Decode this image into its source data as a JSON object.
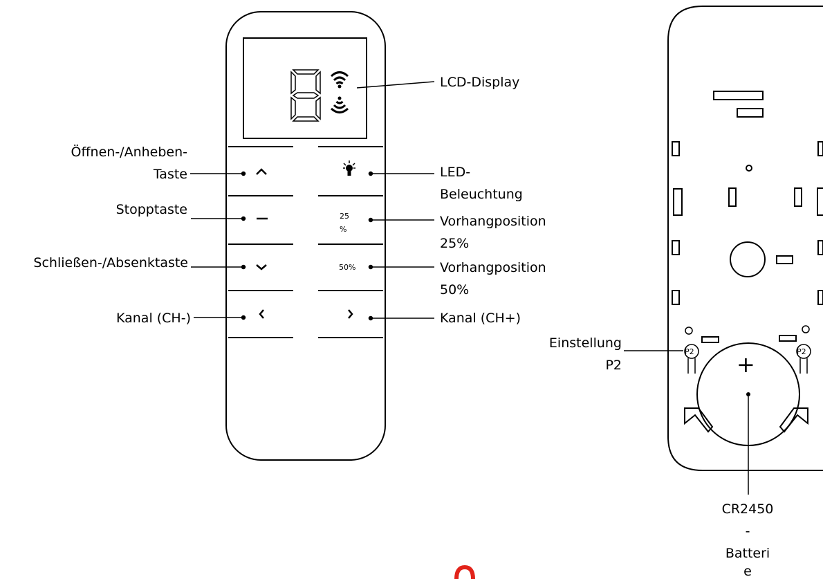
{
  "labels": {
    "lcd": "LCD-Display",
    "open_line1": "Öffnen-/Anheben-",
    "open_line2": "Taste",
    "stop": "Stopptaste",
    "close": "Schließen-/Absenktaste",
    "ch_minus": "Kanal (CH-)",
    "led_line1": "LED-",
    "led_line2": "Beleuchtung",
    "pos25_line1": "Vorhangposition",
    "pos25_line2": "25%",
    "pos50_line1": "Vorhangposition",
    "pos50_line2": "50%",
    "ch_plus": "Kanal (CH+)",
    "p2_line1": "Einstellung",
    "p2_line2": "P2",
    "battery_line1": "CR2450",
    "battery_line2": "-",
    "battery_line3": "Batteri",
    "battery_line4": "e"
  },
  "buttons": {
    "pos25_top": "25",
    "pos25_bottom": "%",
    "pos50": "50%"
  },
  "back": {
    "p2_left": "P2",
    "p2_right": "P2",
    "plus": "+"
  }
}
